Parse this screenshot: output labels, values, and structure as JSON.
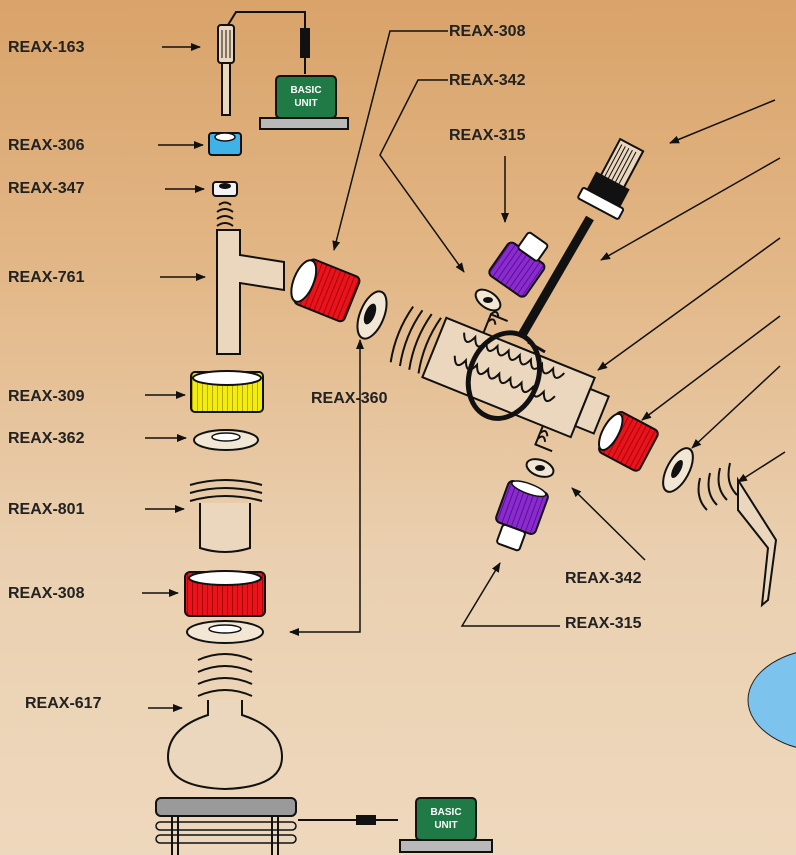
{
  "parts": {
    "electrode": "REAX-163",
    "small_cap": "REAX-306",
    "nut": "REAX-347",
    "adapter": "REAX-761",
    "yellow_cap": "REAX-309",
    "washer": "REAX-362",
    "tube": "REAX-801",
    "red_cap_left": "REAX-308",
    "flask": "REAX-617",
    "red_cap_top": "REAX-308",
    "ring_top": "REAX-342",
    "purple_cap_top": "REAX-315",
    "washer_mid": "REAX-360",
    "ring_bottom": "REAX-342",
    "purple_cap_bottom": "REAX-315"
  },
  "basic_unit_top": {
    "line1": "BASIC",
    "line2": "UNIT"
  },
  "basic_unit_bottom": {
    "line1": "BASIC",
    "line2": "UNIT"
  },
  "colors": {
    "red_cap": "#e8141c",
    "yellow_cap": "#f2ec10",
    "blue_cap": "#3fb3e8",
    "purple_cap": "#8a2bd0",
    "unit_green": "#1f7a45",
    "cutout_blue": "#7cc4ee"
  }
}
